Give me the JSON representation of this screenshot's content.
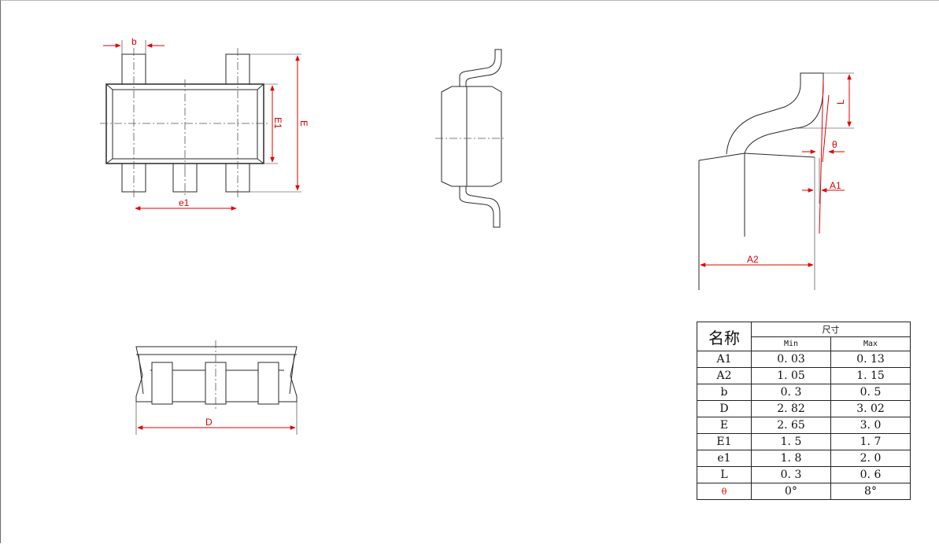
{
  "labels": {
    "b": "b",
    "E1": "E1",
    "E": "E",
    "e1": "e1",
    "L": "L",
    "theta": "θ",
    "A1": "A1",
    "A2": "A2",
    "D": "D"
  },
  "table": {
    "header_name": "名称",
    "header_size": "尺寸",
    "header_min": "Min",
    "header_max": "Max",
    "rows": [
      {
        "name": "A1",
        "min": "0. 03",
        "max": "0. 13"
      },
      {
        "name": "A2",
        "min": "1. 05",
        "max": "1. 15"
      },
      {
        "name": "b",
        "min": "0. 3",
        "max": "0. 5"
      },
      {
        "name": "D",
        "min": "2. 82",
        "max": "3. 02"
      },
      {
        "name": "E",
        "min": "2. 65",
        "max": "3. 0"
      },
      {
        "name": "E1",
        "min": "1. 5",
        "max": "1. 7"
      },
      {
        "name": "e1",
        "min": "1. 8",
        "max": "2. 0"
      },
      {
        "name": "L",
        "min": "0. 3",
        "max": "0. 6"
      },
      {
        "name": "θ",
        "min": "0°",
        "max": "8°"
      }
    ]
  },
  "colors": {
    "dimension": "#e00000",
    "outline": "#2a2a2a",
    "centerline": "#555555"
  }
}
